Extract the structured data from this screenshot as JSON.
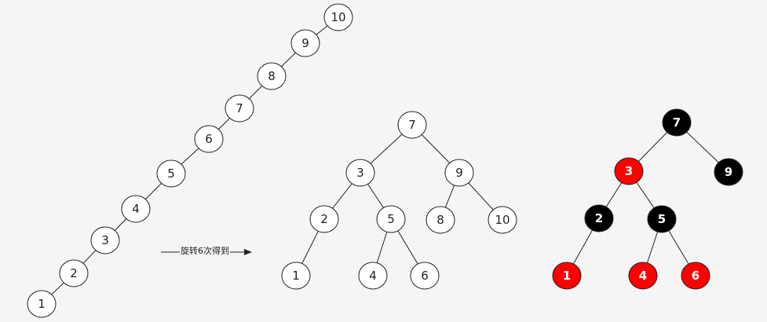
{
  "arrow_label": "旋转6次得到",
  "colors": {
    "stroke": "#222222",
    "node_fill": "#ffffff",
    "red": "#ff0000",
    "black": "#000000"
  },
  "trees": [
    {
      "name": "original-chain",
      "nodes": [
        {
          "id": "10",
          "label": "10",
          "color": "white"
        },
        {
          "id": "9",
          "label": "9",
          "color": "white"
        },
        {
          "id": "8",
          "label": "8",
          "color": "white"
        },
        {
          "id": "7",
          "label": "7",
          "color": "white"
        },
        {
          "id": "6",
          "label": "6",
          "color": "white"
        },
        {
          "id": "5",
          "label": "5",
          "color": "white"
        },
        {
          "id": "4",
          "label": "4",
          "color": "white"
        },
        {
          "id": "3",
          "label": "3",
          "color": "white"
        },
        {
          "id": "2",
          "label": "2",
          "color": "white"
        },
        {
          "id": "1",
          "label": "1",
          "color": "white"
        }
      ],
      "edges": [
        [
          "10",
          "9"
        ],
        [
          "9",
          "8"
        ],
        [
          "8",
          "7"
        ],
        [
          "7",
          "6"
        ],
        [
          "6",
          "5"
        ],
        [
          "5",
          "4"
        ],
        [
          "4",
          "3"
        ],
        [
          "3",
          "2"
        ],
        [
          "2",
          "1"
        ]
      ]
    },
    {
      "name": "rotated-tree",
      "nodes": [
        {
          "id": "7",
          "label": "7",
          "color": "white"
        },
        {
          "id": "3",
          "label": "3",
          "color": "white"
        },
        {
          "id": "9",
          "label": "9",
          "color": "white"
        },
        {
          "id": "2",
          "label": "2",
          "color": "white"
        },
        {
          "id": "5",
          "label": "5",
          "color": "white"
        },
        {
          "id": "8",
          "label": "8",
          "color": "white"
        },
        {
          "id": "10",
          "label": "10",
          "color": "white"
        },
        {
          "id": "1",
          "label": "1",
          "color": "white"
        },
        {
          "id": "4",
          "label": "4",
          "color": "white"
        },
        {
          "id": "6",
          "label": "6",
          "color": "white"
        }
      ],
      "edges": [
        [
          "7",
          "3"
        ],
        [
          "7",
          "9"
        ],
        [
          "3",
          "2"
        ],
        [
          "3",
          "5"
        ],
        [
          "9",
          "8"
        ],
        [
          "9",
          "10"
        ],
        [
          "2",
          "1"
        ],
        [
          "5",
          "4"
        ],
        [
          "5",
          "6"
        ]
      ]
    },
    {
      "name": "red-black-tree",
      "nodes": [
        {
          "id": "7",
          "label": "7",
          "color": "black"
        },
        {
          "id": "3",
          "label": "3",
          "color": "red"
        },
        {
          "id": "9",
          "label": "9",
          "color": "black"
        },
        {
          "id": "2",
          "label": "2",
          "color": "black"
        },
        {
          "id": "5",
          "label": "5",
          "color": "black"
        },
        {
          "id": "1",
          "label": "1",
          "color": "red"
        },
        {
          "id": "4",
          "label": "4",
          "color": "red"
        },
        {
          "id": "6",
          "label": "6",
          "color": "red"
        }
      ],
      "edges": [
        [
          "7",
          "3"
        ],
        [
          "7",
          "9"
        ],
        [
          "3",
          "2"
        ],
        [
          "3",
          "5"
        ],
        [
          "2",
          "1"
        ],
        [
          "5",
          "4"
        ],
        [
          "5",
          "6"
        ]
      ]
    }
  ]
}
